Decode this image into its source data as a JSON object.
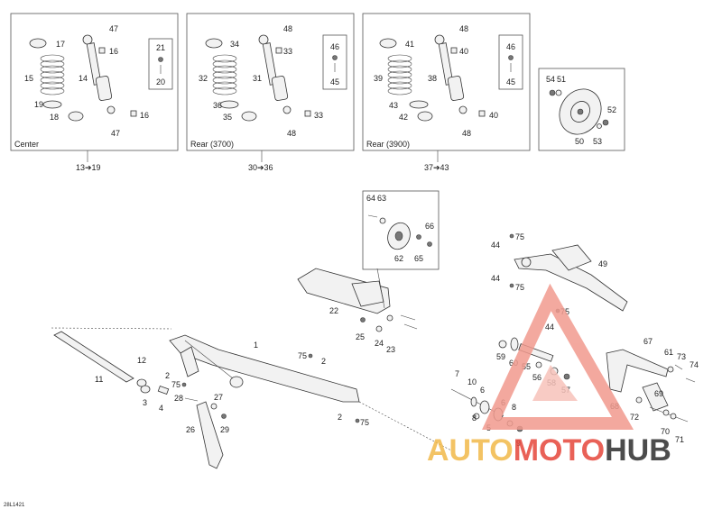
{
  "panels": {
    "center": {
      "caption": "Center",
      "range": "13➔19",
      "labels": {
        "n17": "17",
        "n15": "15",
        "n14": "14",
        "n19": "19",
        "n18": "18",
        "n47a": "47",
        "n16a": "16",
        "n16b": "16",
        "n47b": "47",
        "n21": "21",
        "n20": "20"
      }
    },
    "rear3700": {
      "caption": "Rear (3700)",
      "range": "30➔36",
      "labels": {
        "n34": "34",
        "n32": "32",
        "n31": "31",
        "n36": "36",
        "n35": "35",
        "n48a": "48",
        "n33a": "33",
        "n33b": "33",
        "n48b": "48",
        "n46": "46",
        "n45": "45"
      }
    },
    "rear3900": {
      "caption": "Rear (3900)",
      "range": "37➔43",
      "labels": {
        "n41": "41",
        "n39": "39",
        "n38": "38",
        "n43": "43",
        "n42": "42",
        "n48a": "48",
        "n40a": "40",
        "n40b": "40",
        "n48b": "48",
        "n46": "46",
        "n45": "45"
      }
    },
    "wheel": {
      "labels": {
        "n54": "54",
        "n51": "51",
        "n52": "52",
        "n50": "50",
        "n53": "53"
      }
    },
    "idler": {
      "labels": {
        "n64": "64",
        "n63": "63",
        "n66": "66",
        "n62": "62",
        "n65": "65"
      }
    }
  },
  "callouts": {
    "n1": "1",
    "n2a": "2",
    "n2b": "2",
    "n2c": "2",
    "n3": "3",
    "n4": "4",
    "n5": "5",
    "n6a": "6",
    "n6b": "6",
    "n7": "7",
    "n8a": "8",
    "n8b": "8",
    "n9": "9",
    "n10": "10",
    "n11": "11",
    "n12": "12",
    "n22": "22",
    "n23": "23",
    "n24": "24",
    "n25": "25",
    "n26": "26",
    "n27": "27",
    "n28": "28",
    "n29": "29",
    "n44a": "44",
    "n44b": "44",
    "n44c": "44",
    "n49": "49",
    "n55": "55",
    "n56": "56",
    "n57": "57",
    "n58": "58",
    "n59": "59",
    "n60": "60",
    "n61": "61",
    "n67": "67",
    "n68": "68",
    "n69": "69",
    "n70": "70",
    "n71": "71",
    "n72": "72",
    "n73": "73",
    "n74": "74",
    "t75a": "75",
    "t75b": "75",
    "t75c": "75",
    "t75d": "75",
    "t75e": "75",
    "t75f": "75"
  },
  "watermark": {
    "part1": "AUTO",
    "part2": "MOTO",
    "part3": "HUB",
    "color1": "#f2b94a",
    "color2": "#e6463a",
    "color3": "#2d2d2d"
  },
  "footer": {
    "code": "28L1421"
  }
}
